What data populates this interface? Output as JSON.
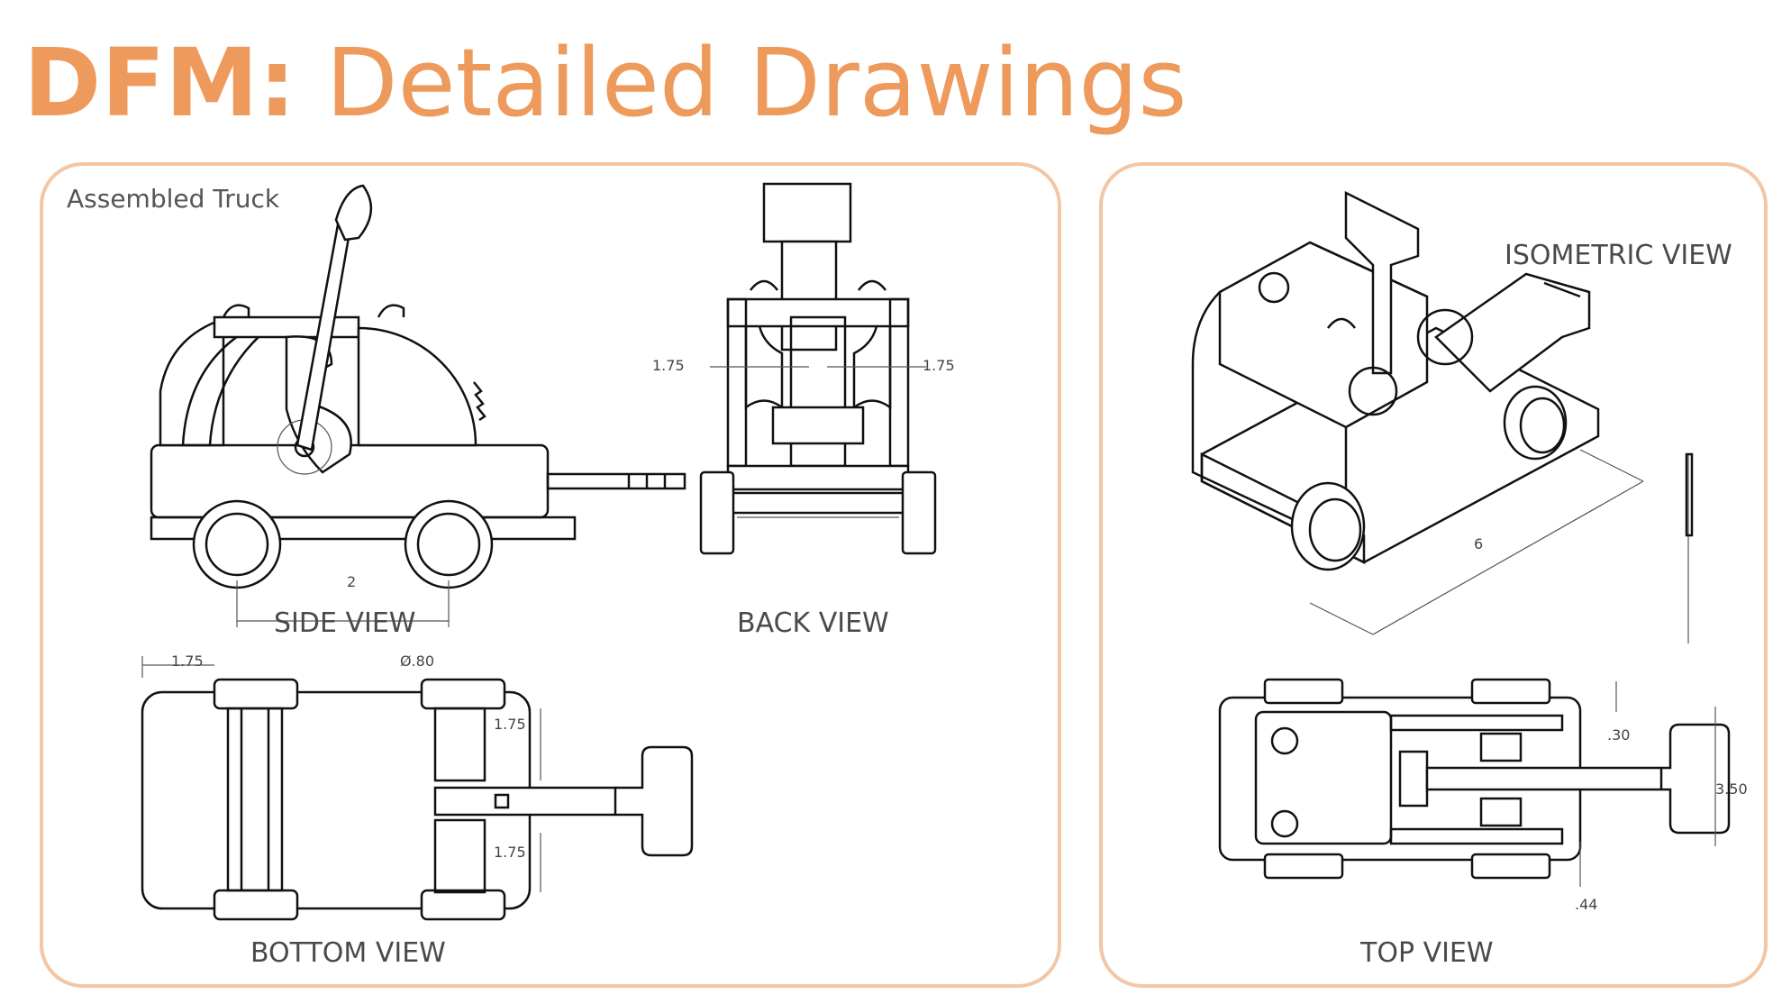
{
  "header": {
    "title_bold": "DFM:",
    "title_rest": " Detailed Drawings"
  },
  "left_panel": {
    "caption": "Assembled Truck",
    "side_view": {
      "label": "SIDE VIEW",
      "dim_wheelbase": "2"
    },
    "back_view": {
      "label": "BACK VIEW",
      "dim_left": "1.75",
      "dim_right": "1.75"
    },
    "bottom_view": {
      "label": "BOTTOM VIEW",
      "dim_front": "1.75",
      "dim_wheel": "Ø.80",
      "dim_upper": "1.75",
      "dim_lower": "1.75"
    }
  },
  "right_panel": {
    "isometric_view": {
      "label": "ISOMETRIC VIEW",
      "dim_length": "6"
    },
    "top_view": {
      "label": "TOP VIEW",
      "dim_a": ".30",
      "dim_b": "3.50",
      "dim_c": ".44"
    }
  },
  "colors": {
    "accent": "#ee9a5c",
    "panel_border": "#f3c6a4",
    "line": "#111111"
  }
}
